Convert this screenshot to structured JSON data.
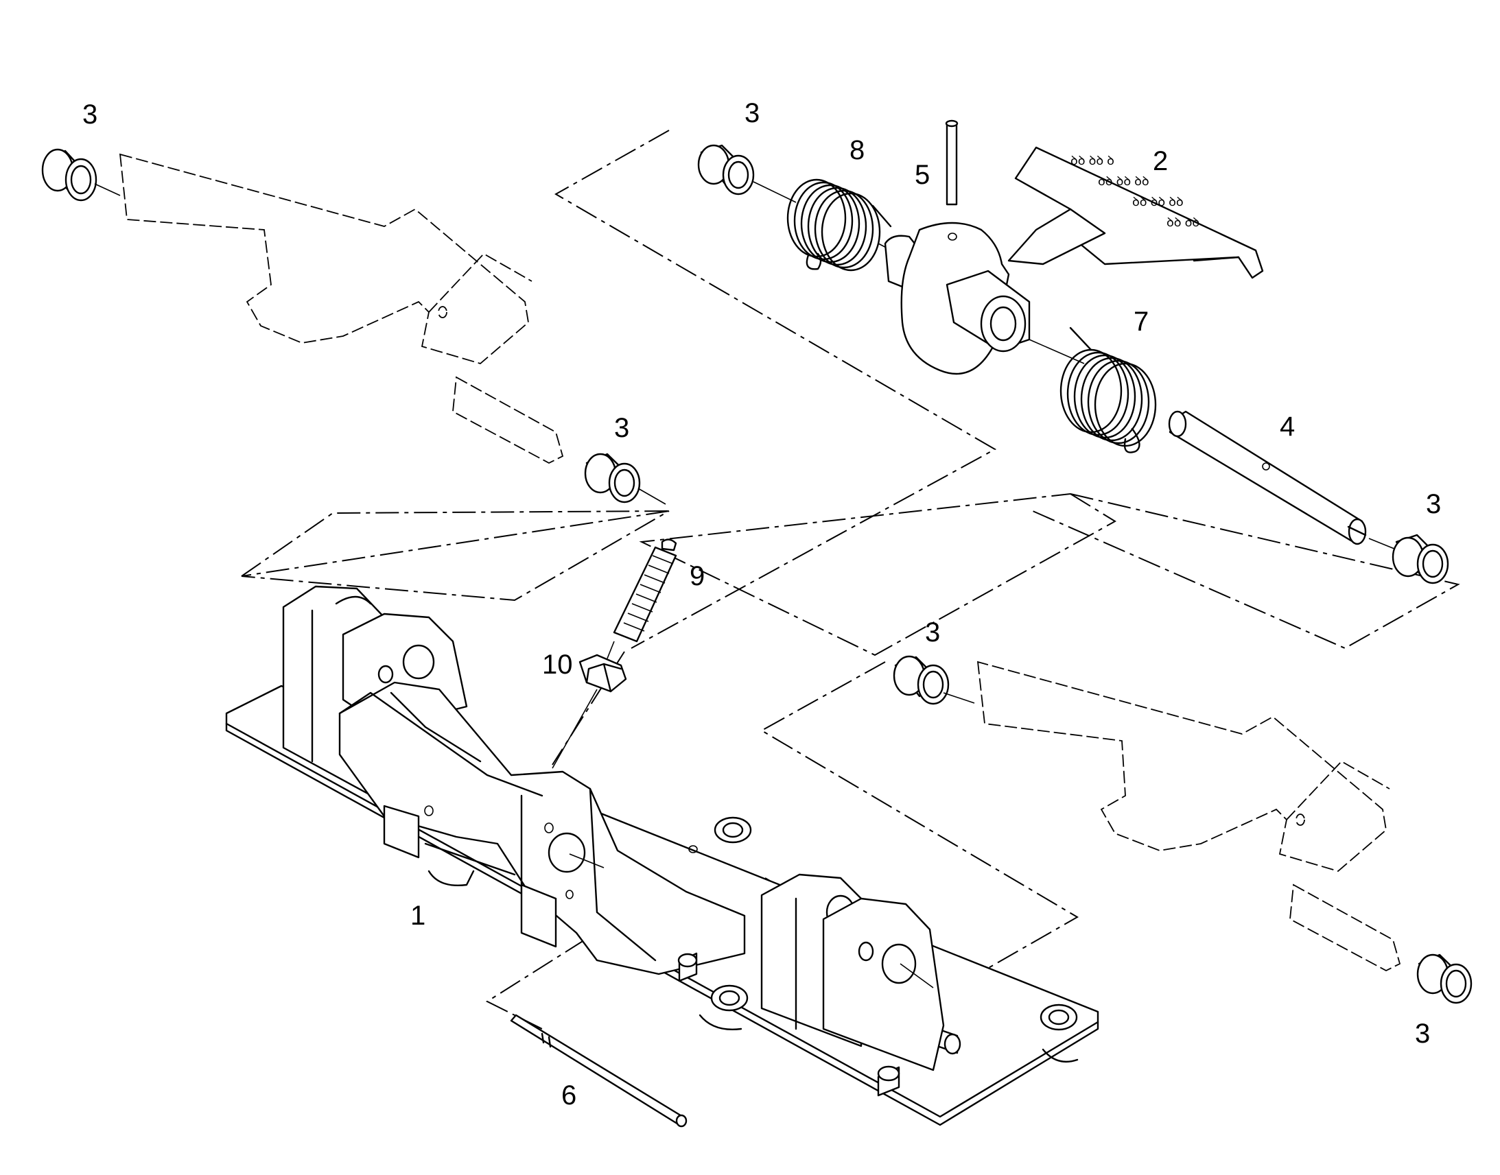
{
  "callouts": {
    "c3a": "3",
    "c3b": "3",
    "c8": "8",
    "c5": "5",
    "c2": "2",
    "c7": "7",
    "c3c": "3",
    "c4": "4",
    "c3d": "3",
    "c9": "9",
    "c10": "10",
    "c3e": "3",
    "c1": "1",
    "c3f": "3",
    "c6": "6"
  }
}
